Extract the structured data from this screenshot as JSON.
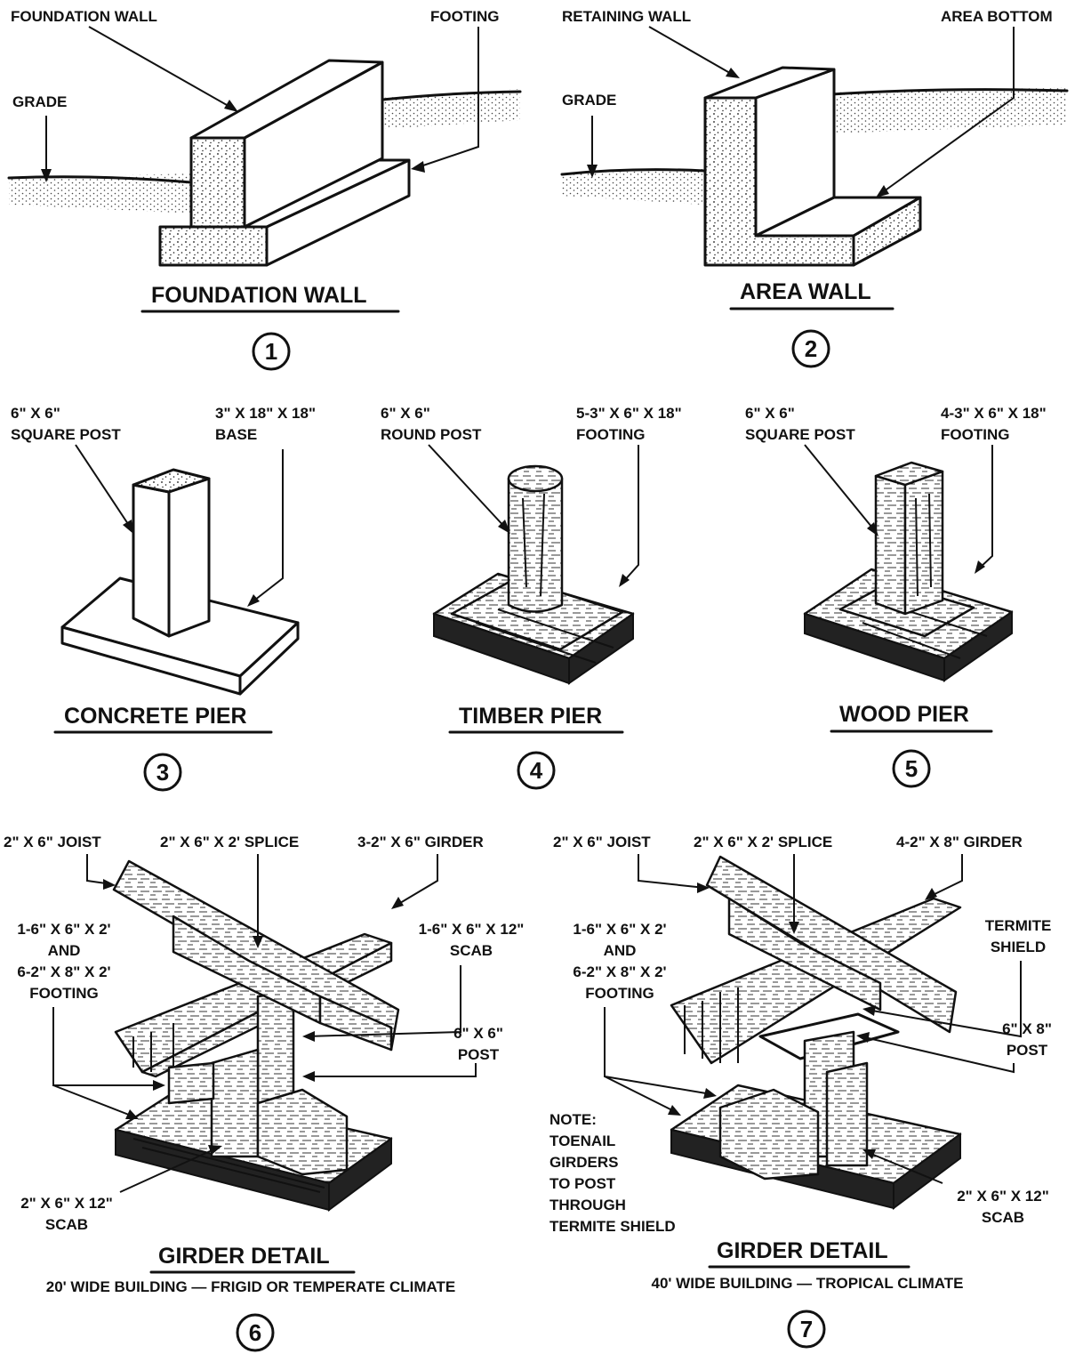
{
  "panels": [
    {
      "number": "1",
      "title": "FOUNDATION WALL",
      "labels": {
        "wall": "FOUNDATION WALL",
        "footing": "FOOTING",
        "grade": "GRADE"
      }
    },
    {
      "number": "2",
      "title": "AREA WALL",
      "labels": {
        "wall": "RETAINING WALL",
        "bottom": "AREA BOTTOM",
        "grade": "GRADE"
      }
    },
    {
      "number": "3",
      "title": "CONCRETE PIER",
      "labels": {
        "post_l1": "6\" X 6\"",
        "post_l2": "SQUARE POST",
        "base_l1": "3\" X 18\" X 18\"",
        "base_l2": "BASE"
      }
    },
    {
      "number": "4",
      "title": "TIMBER PIER",
      "labels": {
        "post_l1": "6\" X 6\"",
        "post_l2": "ROUND POST",
        "foot_l1": "5-3\" X 6\" X 18\"",
        "foot_l2": "FOOTING"
      }
    },
    {
      "number": "5",
      "title": "WOOD PIER",
      "labels": {
        "post_l1": "6\" X 6\"",
        "post_l2": "SQUARE POST",
        "foot_l1": "4-3\" X 6\" X 18\"",
        "foot_l2": "FOOTING"
      }
    },
    {
      "number": "6",
      "title": "GIRDER DETAIL",
      "subtitle": "20' WIDE BUILDING — FRIGID OR TEMPERATE CLIMATE",
      "labels": {
        "joist": "2\" X 6\" JOIST",
        "splice": "2\" X 6\" X 2' SPLICE",
        "girder": "3-2\" X 6\" GIRDER",
        "foot_l1": "1-6\" X 6\" X 2'",
        "foot_l2": "AND",
        "foot_l3": "6-2\" X 8\" X 2'",
        "foot_l4": "FOOTING",
        "scab_top_l1": "1-6\" X 6\" X 12\"",
        "scab_top_l2": "SCAB",
        "post_l1": "6\" X 6\"",
        "post_l2": "POST",
        "scab_bot_l1": "2\" X 6\" X 12\"",
        "scab_bot_l2": "SCAB"
      }
    },
    {
      "number": "7",
      "title": "GIRDER DETAIL",
      "subtitle": "40' WIDE BUILDING — TROPICAL CLIMATE",
      "labels": {
        "joist": "2\" X 6\" JOIST",
        "splice": "2\" X 6\" X 2' SPLICE",
        "girder": "4-2\" X 8\" GIRDER",
        "foot_l1": "1-6\" X 6\" X 2'",
        "foot_l2": "AND",
        "foot_l3": "6-2\" X 8\" X 2'",
        "foot_l4": "FOOTING",
        "shield_l1": "TERMITE",
        "shield_l2": "SHIELD",
        "post_l1": "6\" X 8\"",
        "post_l2": "POST",
        "note_l1": "NOTE:",
        "note_l2": "TOENAIL",
        "note_l3": "GIRDERS",
        "note_l4": "TO POST",
        "note_l5": "THROUGH",
        "note_l6": "TERMITE SHIELD",
        "scab_l1": "2\" X 6\" X 12\"",
        "scab_l2": "SCAB"
      }
    }
  ]
}
